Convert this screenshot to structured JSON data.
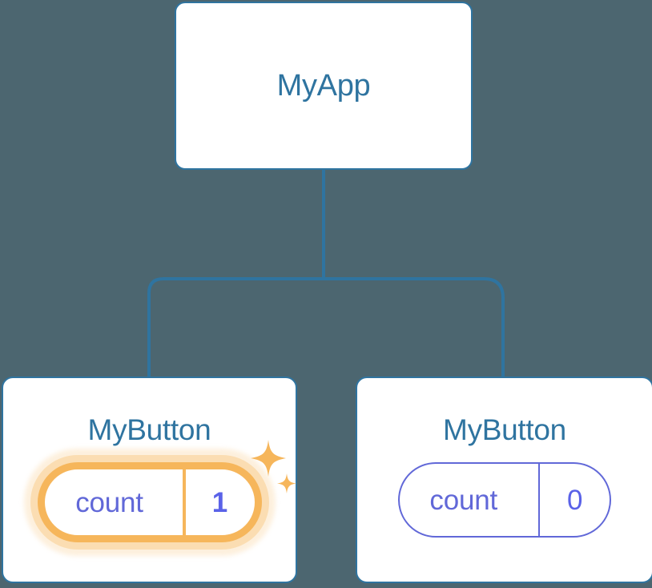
{
  "diagram": {
    "type": "component-tree",
    "background_color": "#4c6670",
    "node_border_color": "#2f74a0",
    "node_title_color": "#2f74a0",
    "connector_color": "#2f74a0",
    "highlight_color": "#f6b65b",
    "highlight_glow_color": "#fbdfb4",
    "state_text_color": "#6168d8"
  },
  "root": {
    "title": "MyApp"
  },
  "children": [
    {
      "title": "MyButton",
      "state_key": "count",
      "state_value": "1",
      "highlighted": true,
      "sparkle_icon": "sparkles-icon"
    },
    {
      "title": "MyButton",
      "state_key": "count",
      "state_value": "0",
      "highlighted": false
    }
  ]
}
